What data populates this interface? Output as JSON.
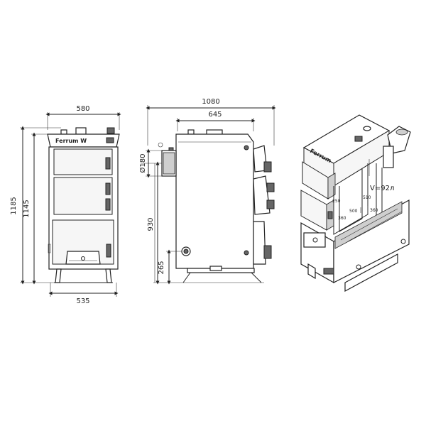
{
  "views": {
    "front": {
      "brand": "Ferrum W",
      "width_top": "580",
      "width_bottom": "535",
      "height_total": "1185",
      "height_body": "1145"
    },
    "side": {
      "depth_total": "1080",
      "depth_body": "645",
      "flue_diameter": "Ø180",
      "flue_height": "930",
      "inlet_height": "265"
    },
    "isometric": {
      "brand": "Ferrum",
      "water_volume": "V=92л",
      "dims": [
        "250",
        "360",
        "510",
        "500",
        "360"
      ]
    }
  }
}
